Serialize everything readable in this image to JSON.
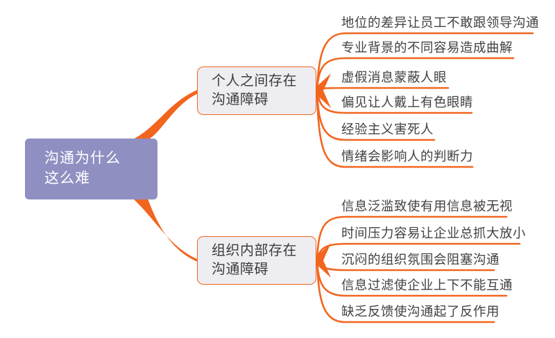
{
  "title": "沟通为什么这么难思维导图",
  "colors": {
    "accent_orange": "#F2651E",
    "root_fill": "#908FC2",
    "root_text": "#FFFFFF",
    "branch_fill": "#EEEDF2",
    "branch_text": "#3C3C3C",
    "leaf_text": "#424242",
    "canvas": "#FFFFFF"
  },
  "root": {
    "label_line1": "沟通为什么",
    "label_line2": "这么难"
  },
  "branches": [
    {
      "label_line1": "个人之间存在",
      "label_line2": "沟通障碍",
      "leaves": [
        "地位的差异让员工不敢跟领导沟通",
        "专业背景的不同容易造成曲解",
        "虚假消息蒙蔽人眼",
        "偏见让人戴上有色眼睛",
        "经验主义害死人",
        "情绪会影响人的判断力"
      ]
    },
    {
      "label_line1": "组织内部存在",
      "label_line2": "沟通障碍",
      "leaves": [
        "信息泛滥致使有用信息被无视",
        "时间压力容易让企业总抓大放小",
        "沉闷的组织氛围会阻塞沟通",
        "信息过滤使企业上下不能互通",
        "缺乏反馈使沟通起了反作用"
      ]
    }
  ]
}
